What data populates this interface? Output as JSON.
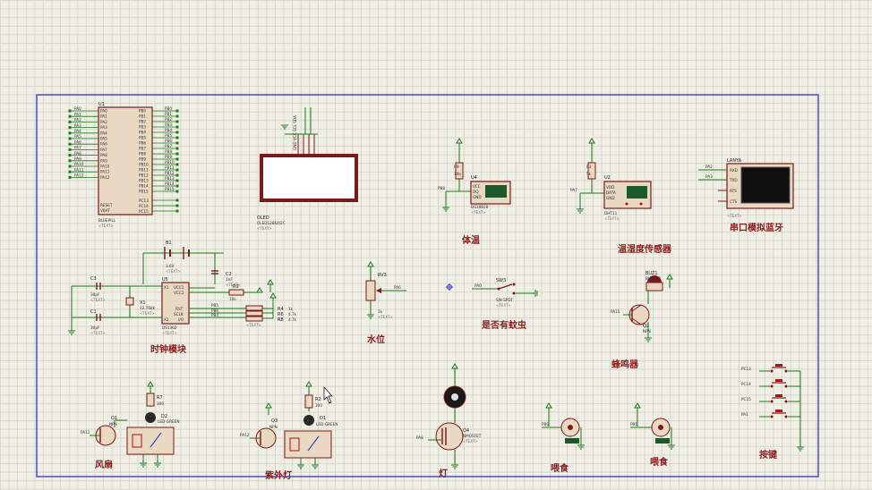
{
  "labels": {
    "u1": "U1",
    "u1_part": "BLUEPILL",
    "text_tag": "<TEXT>",
    "pa_left": [
      "PA0",
      "PA1",
      "PA2",
      "PA3",
      "PA4",
      "PA5",
      "PA6",
      "PA7",
      "PA8",
      "PA9",
      "PA10",
      "PA11",
      "PA12"
    ],
    "pb_right": [
      "PB0",
      "PB1",
      "PB2",
      "PB3",
      "PB4",
      "PB5",
      "PB6",
      "PB7",
      "PB8",
      "PB9",
      "PB10",
      "PB11",
      "PB12",
      "PB13",
      "PB14",
      "PB15"
    ],
    "reset": "RESET",
    "vbat": "VBAT",
    "pc13": "PC13",
    "pc14": "PC14",
    "pc15": "PC15",
    "oled": "OLED",
    "oled_part": "OLED12864I2C",
    "oled_pins": "GND VCC SCL SDA",
    "r9": "R9",
    "r9v": "10k",
    "u4": "U4",
    "u4_part": "DS18B20",
    "vcc": "VCC",
    "dq": "DQ",
    "gnd": "GND",
    "pb8": "PB8",
    "tiwen": "体温",
    "r3": "R3",
    "r3v": "5k",
    "u2": "U2",
    "u2_part": "DHT11",
    "vdd": "VDD",
    "data": "DATA",
    "pa7": "PA7",
    "wsd": "温湿度传感器",
    "lanya": "LANYA",
    "pa2": "PA2",
    "pa3": "PA3",
    "rxd": "RXD",
    "txd": "TXD",
    "rts": "RTS",
    "cts": "CTS",
    "lanya_sec": "串口模拟蓝牙",
    "b1": "B1",
    "b1v": "3.6V",
    "c2": "C2",
    "c2v": "1nF",
    "c3": "C3",
    "c3v": "30pF",
    "c1": "C1",
    "c1v": "30pF",
    "u5": "U5",
    "u5_part": "DS1302",
    "x1": "X1",
    "x1v": "32.768k",
    "x1p": "X1",
    "vcc1": "VCC1",
    "vcc2": "VCC2",
    "rst": "RST",
    "sclk": "SCLK",
    "io": "I/O",
    "x2": "X2",
    "pb5": "PB5",
    "pb6": "PB6",
    "pb4": "PB4",
    "r4": "R4",
    "r6": "R6",
    "r8": "R8",
    "r4v": "1k",
    "r6v": "4.7k",
    "r8v": "4.7k",
    "shizhong": "时钟模块",
    "rv3": "RV3",
    "rv3v": "1k",
    "pa6": "PA6",
    "shuiwei": "水位",
    "sw3": "SW3",
    "sw3_part": "SW-SPDT",
    "pa0": "PA0",
    "wenchong": "是否有蚊虫",
    "buz1": "BUZ1",
    "buz1_part": "BUZZER",
    "pa15": "PA15",
    "q2": "Q2",
    "npn": "NPN",
    "fengming": "蜂鸣器",
    "pc13b": "PC13",
    "pc14b": "PC14",
    "pc15b": "PC15",
    "pa1": "PA1",
    "anjian": "按键",
    "q1": "Q1",
    "r7": "R7",
    "r7v": "300",
    "d2": "D2",
    "led_green": "LED-GREEN",
    "pa11": "PA11",
    "fengshan": "风扇",
    "r2": "R2",
    "r2v": "300",
    "q3": "Q3",
    "d1": "D1",
    "pa12": "PA12",
    "ziwai": "紫外灯",
    "q4": "Q4",
    "q4_part": "NMOSFET",
    "pa8": "PA8",
    "deng": "灯",
    "pb0": "PB0",
    "pb1": "PB1",
    "weishi1": "喂食",
    "weishi2": "喂食"
  },
  "colors": {
    "wire": "#1b7a1b",
    "component": "#7a1a1a",
    "body_fill": "#e9d8c2",
    "section_label": "#8a1d1d",
    "frame": "#3f3fc8"
  },
  "icons": [
    "mouse-cursor-icon",
    "probe-crosshair-icon"
  ]
}
